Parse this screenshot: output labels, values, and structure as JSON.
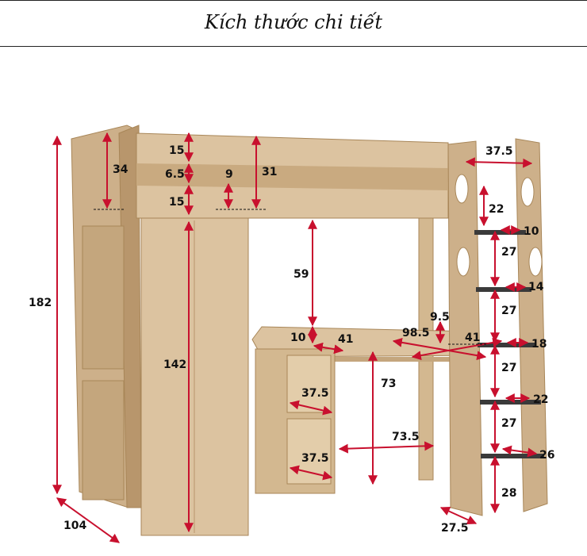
{
  "title": "Kích thước chi tiết",
  "colors": {
    "wood_light": "#dcc3a0",
    "wood_mid": "#cdb08a",
    "wood_dark": "#b8966c",
    "wood_edge": "#a88658",
    "step_dark": "#3a3a3a",
    "arrow": "#c8102e",
    "background": "#ffffff"
  },
  "dimensions": {
    "total_height": "182",
    "depth": "104",
    "guard_top": "15",
    "guard_gap": "6.5",
    "guard_bottom": "15",
    "panel_34": "34",
    "gap_9": "9",
    "guard_31": "31",
    "wardrobe_height": "142",
    "under_bed_clearance": "59",
    "desk_edge": "10",
    "desk_depth": "41",
    "desk_width": "98.5",
    "desk_lip": "9.5",
    "desk_side": "41",
    "desk_height": "73",
    "leg_space": "73.5",
    "shelf_upper": "37.5",
    "shelf_lower": "37.5",
    "ladder_width": "37.5",
    "ladder_top": "22",
    "step1_depth": "10",
    "step_gap1": "27",
    "step2_depth": "14",
    "step_gap2": "27",
    "step3_depth": "18",
    "step_gap3": "27",
    "step4_depth": "22",
    "step_gap4": "27",
    "step5_depth": "26",
    "ladder_bottom": "28",
    "ladder_foot": "27.5"
  }
}
